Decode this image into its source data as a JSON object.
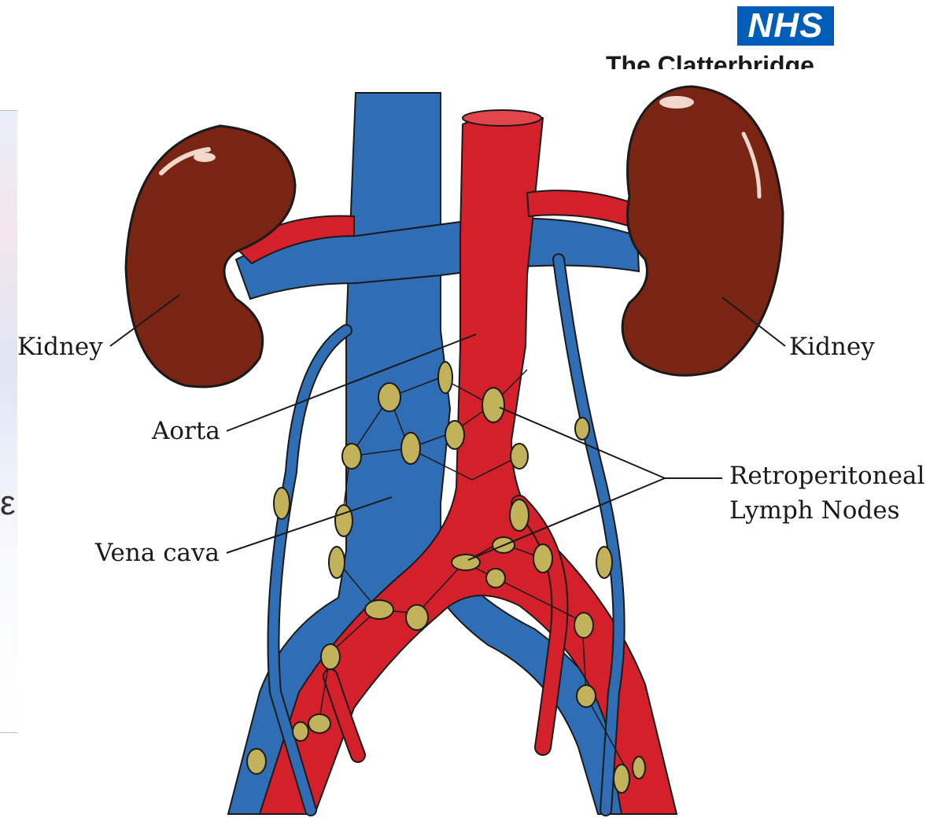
{
  "logo": {
    "text": "NHS",
    "org_name": "The Clatterbridge"
  },
  "background": {
    "fragment_text": "ε"
  },
  "labels": {
    "kidney_left": "Kidney",
    "kidney_right": "Kidney",
    "aorta": "Aorta",
    "vena_cava": "Vena cava",
    "lymph_line1": "Retroperitoneal",
    "lymph_line2": "Lymph Nodes"
  },
  "colors": {
    "vein": "#2f6db5",
    "artery": "#d4202a",
    "kidney": "#7a2414",
    "lymph_node": "#c2b35a",
    "nhs_blue": "#005eb8"
  }
}
